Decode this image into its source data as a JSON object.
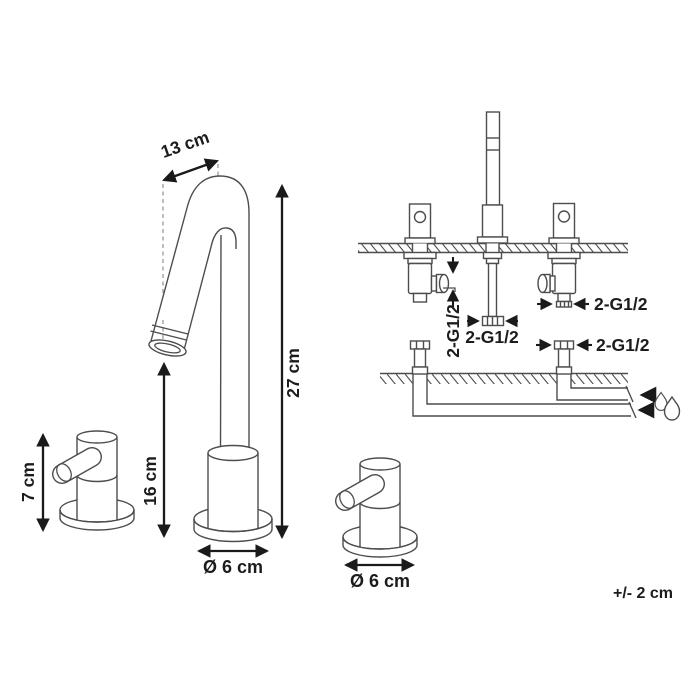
{
  "diagram": {
    "title": "faucet-dimension-diagram",
    "dims": {
      "spout_reach": "13 cm",
      "total_height": "27 cm",
      "spout_outlet_height": "16 cm",
      "handle_height": "7 cm",
      "spout_base_diameter": "Ø 6 cm",
      "handle_base_diameter": "Ø 6 cm"
    },
    "connections": {
      "left_valve": "2-G1/2",
      "spout_shank": "2-G1/2",
      "right_valve": "2-G1/2",
      "supply_fitting": "2-G1/2"
    },
    "tolerance_note": "+/- 2 cm",
    "icons": [
      "water-drops-icon"
    ],
    "colors": {
      "line": "#4d4d4d",
      "annotation": "#1a1a1a",
      "background": "#ffffff"
    }
  }
}
